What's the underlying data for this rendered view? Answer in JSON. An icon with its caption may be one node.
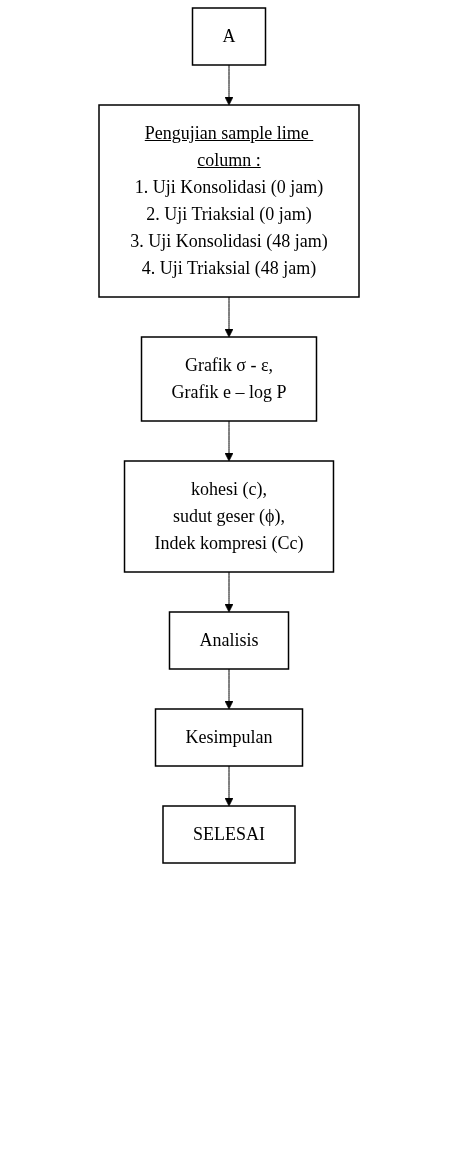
{
  "diagram": {
    "nodes": [
      {
        "text": [
          "A"
        ]
      },
      {
        "text": [
          "Pengujian sample lime column :",
          "1. Uji Konsolidasi (0 jam)",
          "2. Uji Triaksial (0 jam)",
          "3. Uji Konsolidasi (48 jam)",
          "4. Uji Triaksial (48 jam)"
        ]
      },
      {
        "text": [
          "Grafik σ - ε,",
          "Grafik e – log P"
        ]
      },
      {
        "text": [
          "kohesi (c),",
          "sudut geser (ϕ),",
          "Indek kompresi (Cc)"
        ]
      },
      {
        "text": [
          "Analisis"
        ]
      },
      {
        "text": [
          "Kesimpulan"
        ]
      },
      {
        "text": [
          "SELESAI"
        ]
      }
    ],
    "edges": [
      {
        "from": 0,
        "to": 1,
        "arrow": "to"
      },
      {
        "from": 1,
        "to": 2,
        "arrow": "to"
      },
      {
        "from": 2,
        "to": 3,
        "arrow": "to"
      },
      {
        "from": 3,
        "to": 4,
        "arrow": "to"
      },
      {
        "from": 4,
        "to": 5,
        "arrow": "to"
      },
      {
        "from": 5,
        "to": 6,
        "arrow": "to"
      }
    ]
  }
}
